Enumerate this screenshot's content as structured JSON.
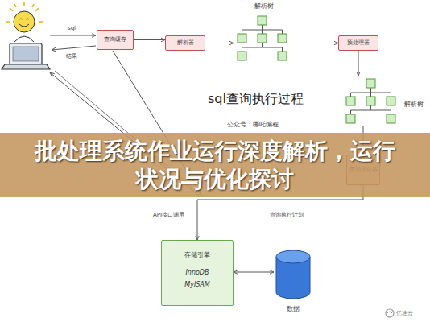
{
  "diagram": {
    "title": "批处理系统作业运行深度解析，运行状况与优化探讨",
    "nodes": [
      {
        "text": [
          "查询缓存"
        ]
      },
      {
        "text": [
          "解析器"
        ]
      },
      {
        "text": [
          "解析树"
        ]
      },
      {
        "text": [
          "预处理器"
        ]
      },
      {
        "text": [
          "解析树"
        ]
      },
      {
        "text": [
          "查询优化器"
        ]
      },
      {
        "text": [
          "存储引擎",
          "InnoDB",
          "MyISAM"
        ]
      },
      {
        "text": [
          "数据"
        ]
      }
    ],
    "edges": [
      {
        "from": 0,
        "to": 1,
        "arrow": "to"
      },
      {
        "from": 1,
        "to": 2,
        "arrow": "to"
      },
      {
        "from": 2,
        "to": 3,
        "arrow": "to"
      },
      {
        "from": 3,
        "to": 4,
        "arrow": "to"
      },
      {
        "from": 4,
        "to": 5,
        "arrow": "to"
      },
      {
        "from": 5,
        "to": 6,
        "label": "查询执行计划",
        "arrow": "to"
      },
      {
        "from": 6,
        "to": 7,
        "arrow": "both"
      }
    ],
    "labels": [
      "sql",
      "结果",
      "sql查询执行过程",
      "公众号：哪吒编程",
      "API接口调用",
      "亿速云"
    ]
  }
}
